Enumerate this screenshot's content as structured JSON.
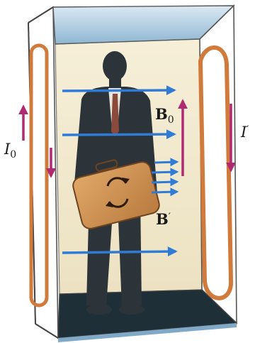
{
  "labels": {
    "i0": {
      "main": "I",
      "sub": "0"
    },
    "b0": {
      "main": "B",
      "sub": "0"
    },
    "iprime": {
      "main": "I",
      "prime": "′"
    },
    "bprime": {
      "main": "B",
      "prime": "′"
    }
  },
  "colors": {
    "coil": "#d07a3c",
    "current_arrow": "#b02a72",
    "field_arrow": "#2f7bd6",
    "person": "#2c3439",
    "briefcase": "#c98e4f",
    "floor": "#1f2f38",
    "back_wall": "#f3ead0",
    "side_wall": "#ffffff",
    "cage_top": "#cfe2f0"
  }
}
